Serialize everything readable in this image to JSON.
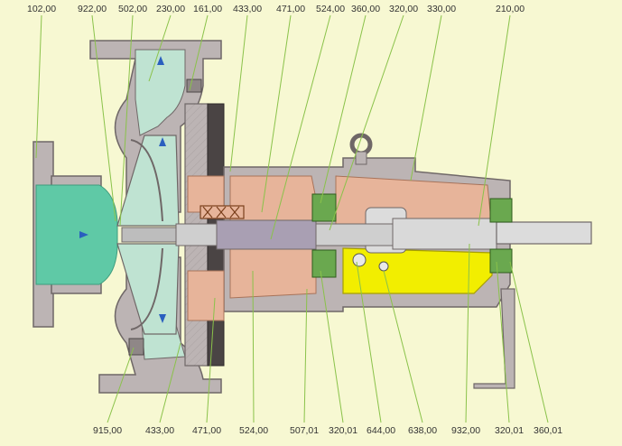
{
  "colors": {
    "background": "#f7f8d2",
    "casing": "#bcb4b4",
    "casing_dark": "#8f8787",
    "water": "#bfe3d2",
    "water_inlet": "#5fc9a6",
    "bearing_housing": "#e7b49a",
    "oil": "#f2ee00",
    "shaft": "#cfcfcf",
    "leader_line": "#8ac24a",
    "flow_arrow": "#2a5fbf"
  },
  "labels": {
    "top": [
      "102,00",
      "922,00",
      "502,00",
      "230,00",
      "161,00",
      "433,00",
      "471,00",
      "524,00",
      "360,00",
      "320,00",
      "330,00",
      "210,00"
    ],
    "bottom": [
      "915,00",
      "433,00",
      "471,00",
      "524,00",
      "507,01",
      "320,01",
      "644,00",
      "638,00",
      "932,00",
      "320,01",
      "360,01"
    ]
  },
  "icons": {
    "flow_arrow": "flow-arrow-icon",
    "bolt": "bolt-icon",
    "lifting_eye": "lifting-eye-icon"
  }
}
